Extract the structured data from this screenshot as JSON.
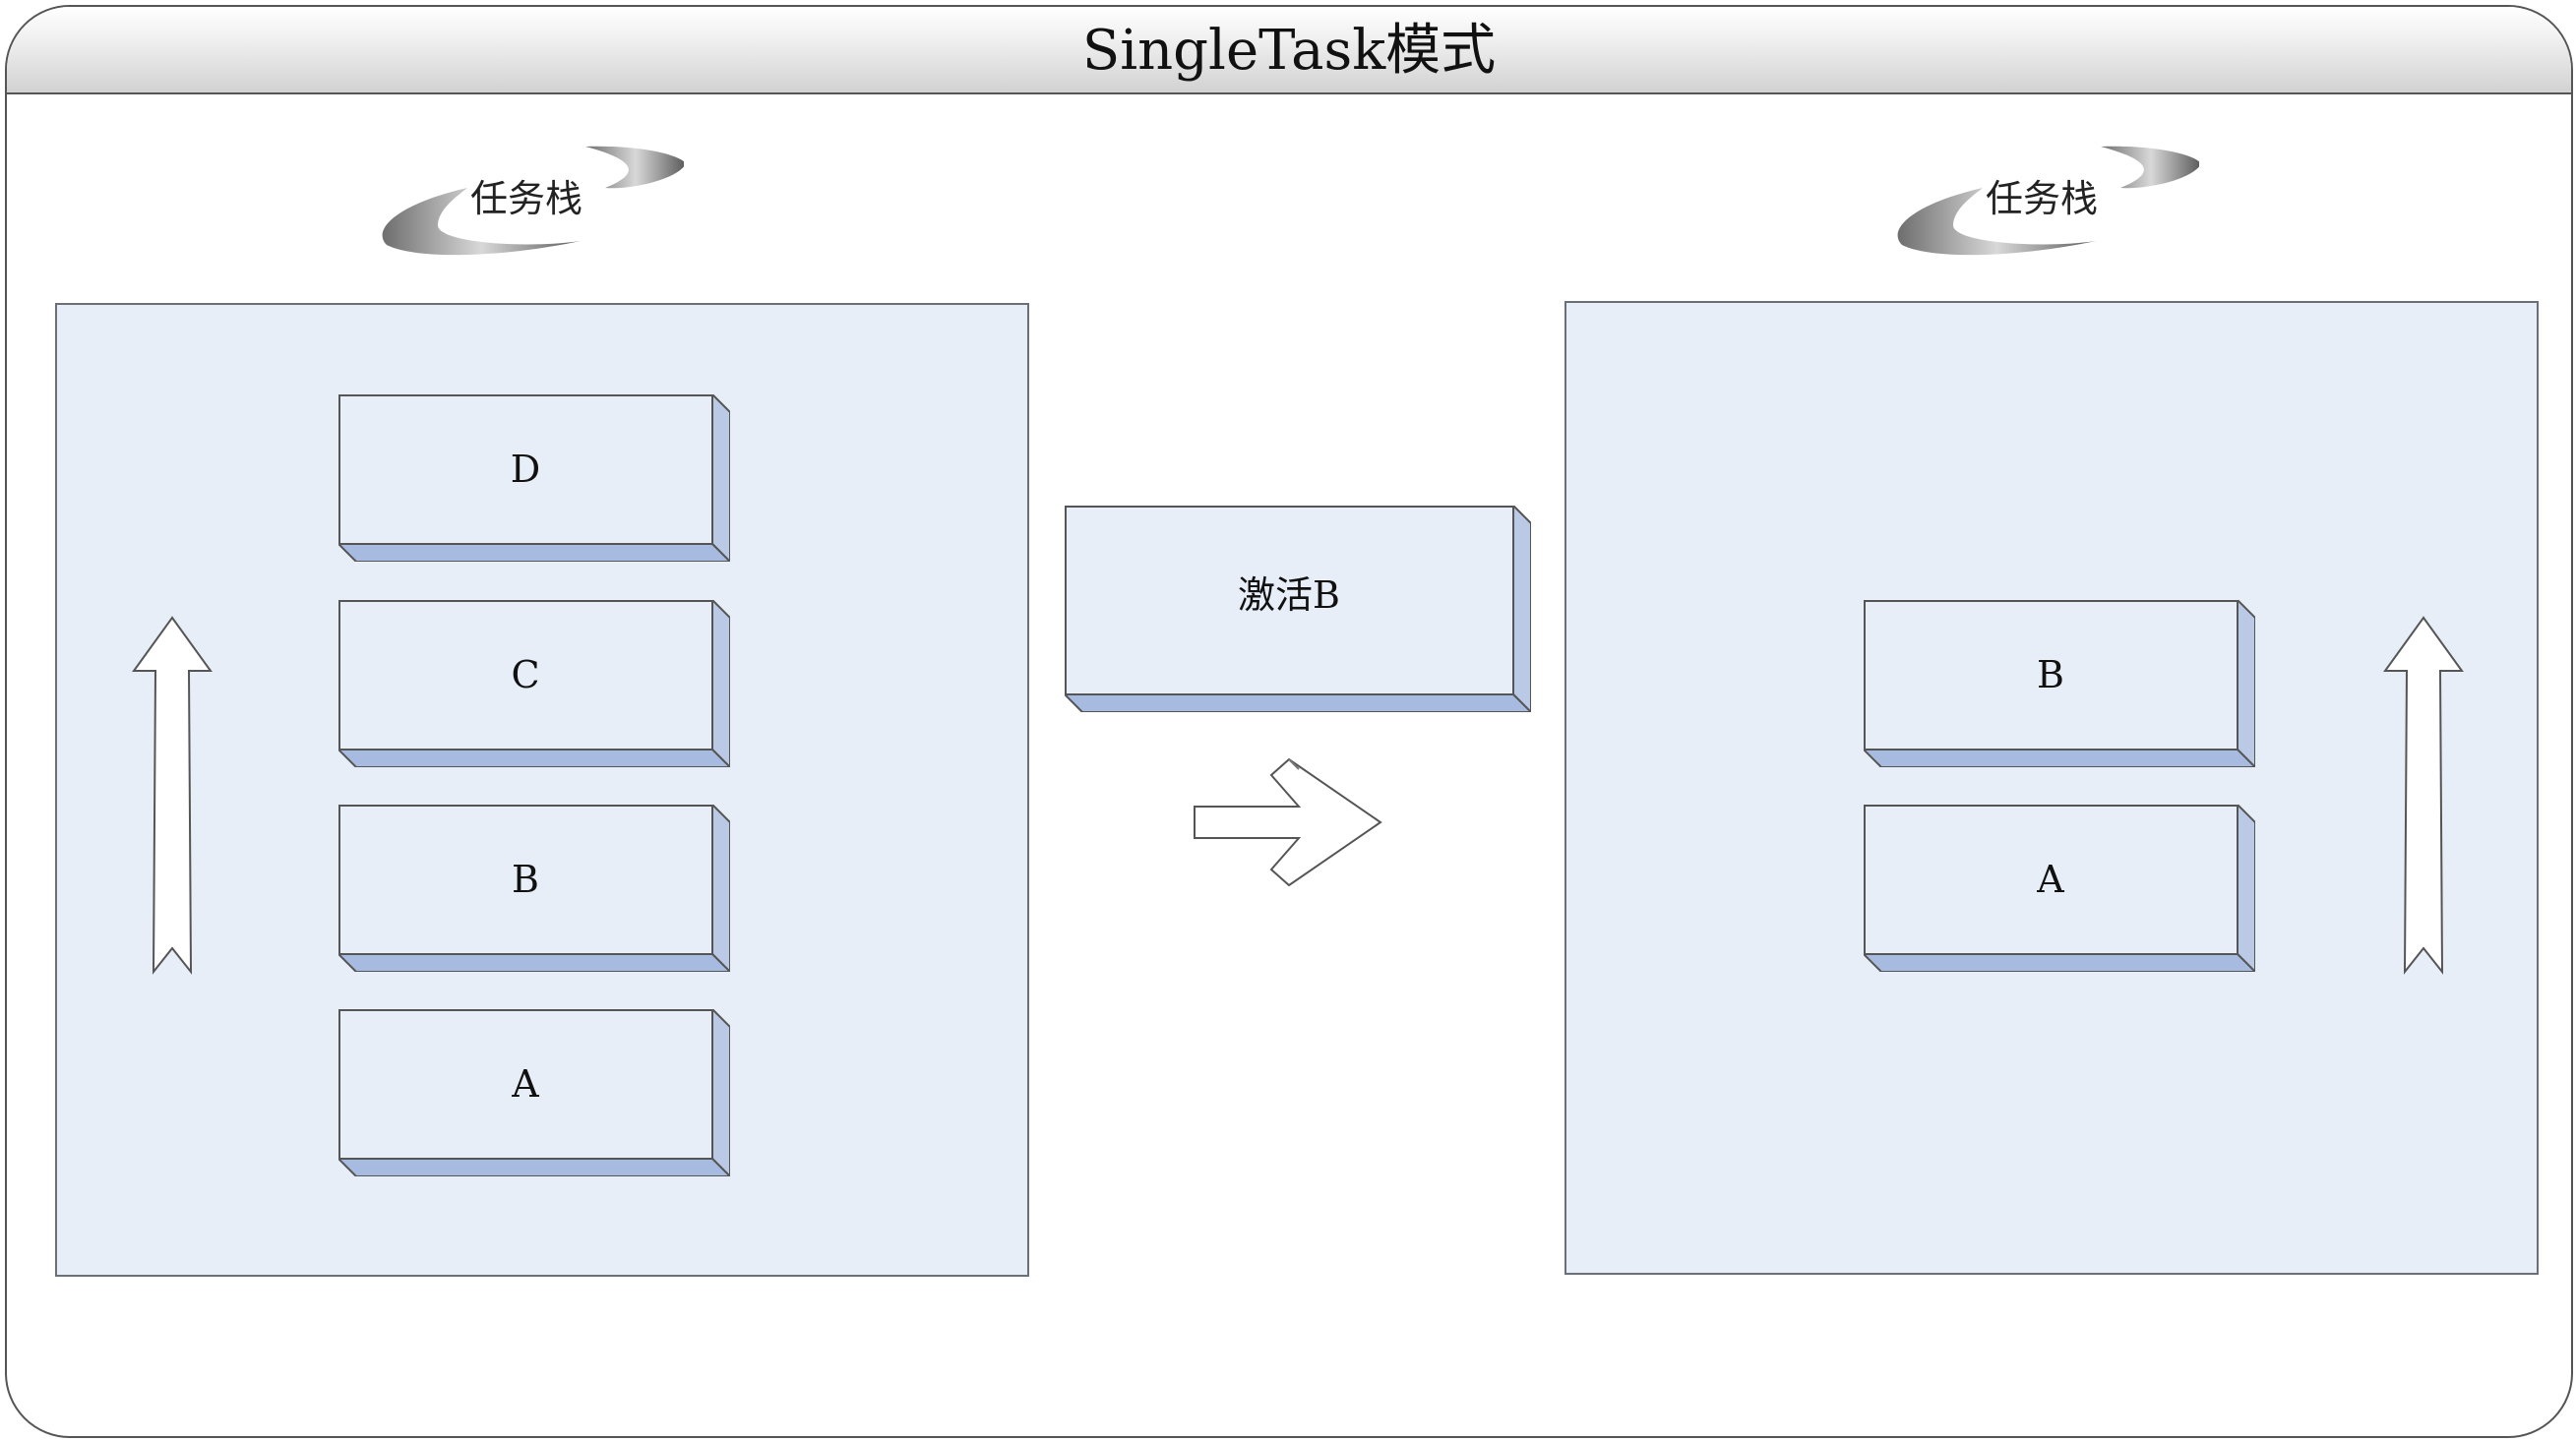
{
  "title": "SingleTask模式",
  "left_stack": {
    "label": "任务栈",
    "blocks": [
      "D",
      "C",
      "B",
      "A"
    ]
  },
  "action": {
    "label": "激活B"
  },
  "right_stack": {
    "label": "任务栈",
    "blocks": [
      "B",
      "A"
    ]
  },
  "colors": {
    "panel_fill": "#e7eef8",
    "block_face": "#e7eef8",
    "block_side": "#b9c9e6",
    "block_shadow": "#a6bbdf",
    "outline": "#555555"
  }
}
